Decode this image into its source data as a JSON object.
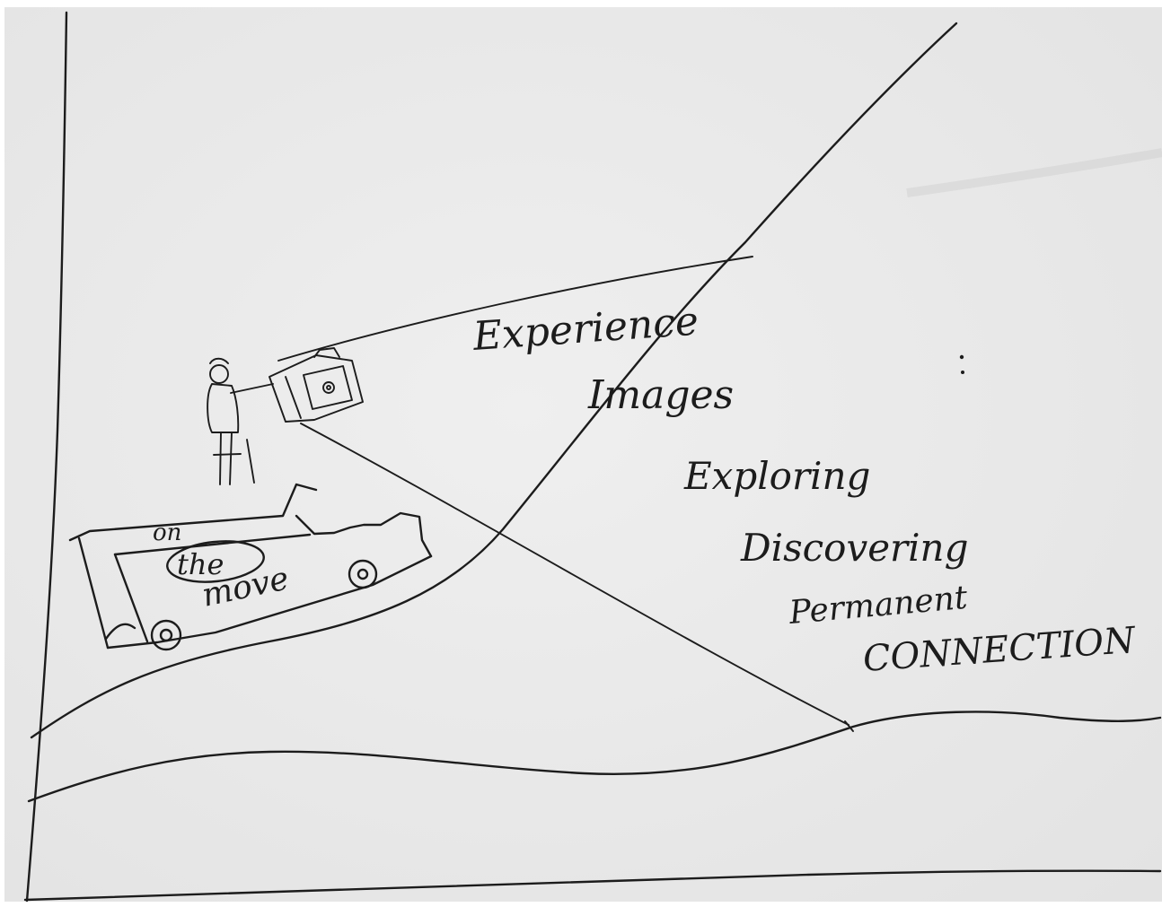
{
  "sketch": {
    "paper_color": "#ececec",
    "ink_color": "#1c1c1c",
    "words": [
      "Experience",
      "Images",
      "Exploring",
      "Discovering",
      "Permanent",
      "CONNECTION"
    ],
    "truck_label": {
      "on": "on",
      "the": "the",
      "move": "move"
    }
  }
}
